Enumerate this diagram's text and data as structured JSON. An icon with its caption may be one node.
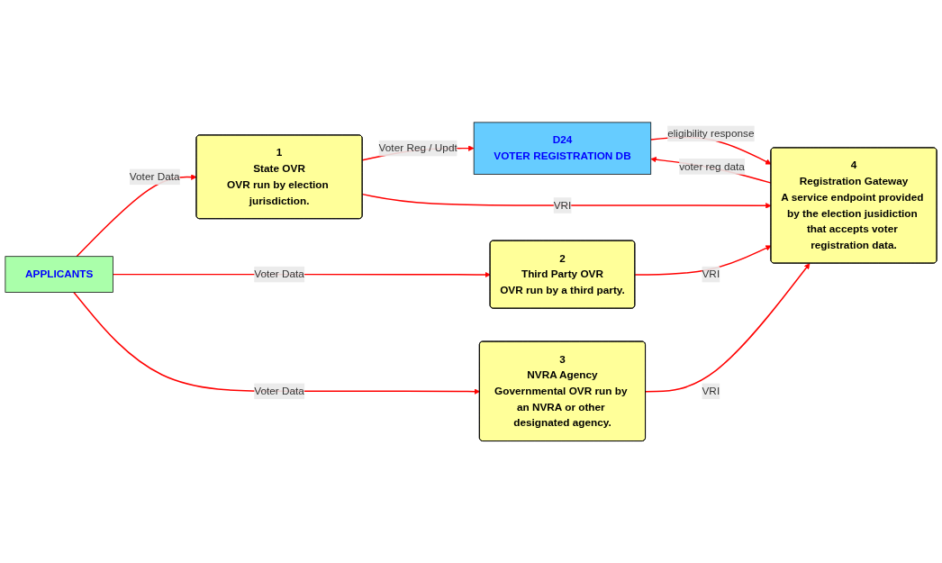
{
  "diagram": {
    "nodes": [
      {
        "text": [
          "APPLICANTS"
        ]
      },
      {
        "text": [
          "1",
          "State OVR",
          "OVR run by election jurisdiction."
        ]
      },
      {
        "text": [
          "2",
          "Third Party OVR",
          "OVR run by a third party."
        ]
      },
      {
        "text": [
          "3",
          "NVRA Agency",
          "Governmental OVR run by an NVRA or other designated agency."
        ]
      },
      {
        "text": [
          "4",
          "Registration Gateway",
          "A service endpoint provided by the election jusidiction that accepts voter registration data."
        ]
      },
      {
        "text": [
          "D24",
          "VOTER REGISTRATION DB"
        ]
      }
    ],
    "edges": [
      {
        "from": 0,
        "to": 1,
        "arrow": "to",
        "label": "Voter Data"
      },
      {
        "from": 0,
        "to": 2,
        "arrow": "to",
        "label": "Voter Data"
      },
      {
        "from": 0,
        "to": 3,
        "arrow": "to",
        "label": "Voter Data"
      },
      {
        "from": 1,
        "to": 5,
        "arrow": "to",
        "label": "Voter Reg / Updt"
      },
      {
        "from": 1,
        "to": 4,
        "arrow": "to",
        "label": "VRI"
      },
      {
        "from": 2,
        "to": 4,
        "arrow": "to",
        "label": "VRI"
      },
      {
        "from": 3,
        "to": 4,
        "arrow": "to",
        "label": "VRI"
      },
      {
        "from": 4,
        "to": 5,
        "arrow": "to",
        "label": "voter reg data"
      },
      {
        "from": 5,
        "to": 4,
        "arrow": "to",
        "label": "eligibility response"
      }
    ]
  }
}
